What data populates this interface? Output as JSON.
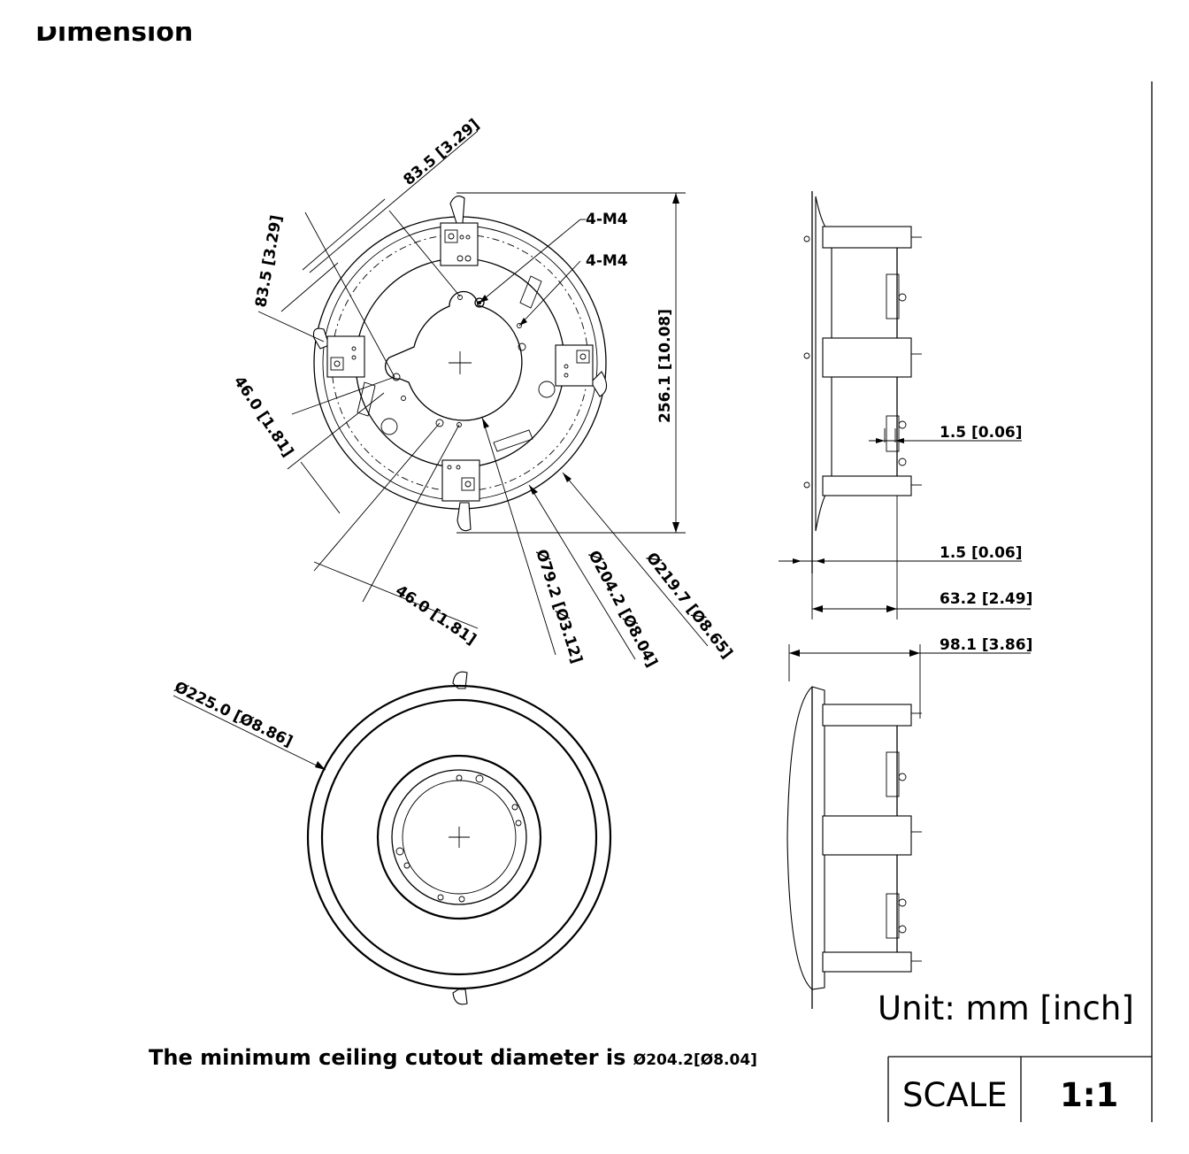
{
  "heading": "Dimension",
  "top_view": {
    "labels": {
      "depth_diag_a": "83.5 [3.29]",
      "depth_diag_b": "83.5 [3.29]",
      "screw_a": "4-M4",
      "screw_b": "4-M4",
      "offset_a": "46.0 [1.81]",
      "offset_b": "46.0 [1.81]",
      "height": "256.1 [10.08]",
      "dia_inner": "Ø79.2 [Ø3.12]",
      "dia_mid": "Ø204.2 [Ø8.04]",
      "dia_outer": "Ø219.7 [Ø8.65]"
    }
  },
  "bottom_view": {
    "labels": {
      "dia_trim": "Ø225.0 [Ø8.86]"
    }
  },
  "side_view": {
    "labels": {
      "gap_a": "1.5 [0.06]",
      "gap_b": "1.5 [0.06]",
      "depth": "63.2 [2.49]",
      "total_depth": "98.1 [3.86]"
    }
  },
  "note": {
    "prefix": "The minimum ceiling cutout diameter is ",
    "value": "Ø204.2[Ø8.04]"
  },
  "unit_label": "Unit: mm [inch]",
  "scale_table": {
    "label": "SCALE",
    "value": "1:1"
  }
}
